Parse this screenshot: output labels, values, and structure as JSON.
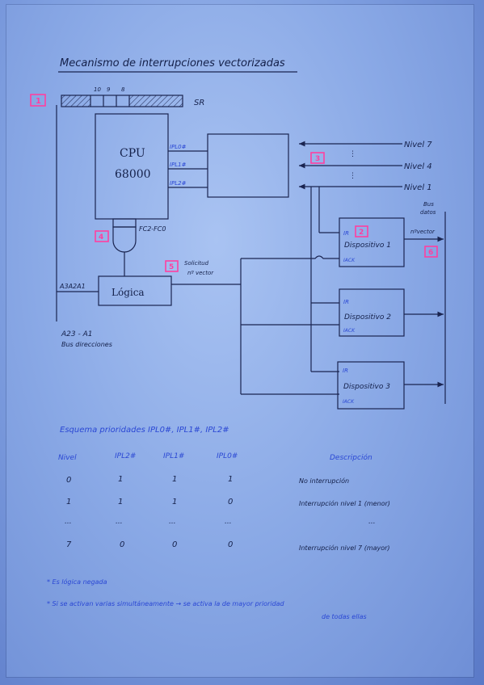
{
  "title": "Mecanismo de interrupciones vectorizadas",
  "sr": {
    "label": "SR",
    "bits": [
      "10",
      "9",
      "8"
    ],
    "marker": "1"
  },
  "cpu": {
    "line1": "CPU",
    "line2": "68000"
  },
  "ipl_signals": [
    "IPL0#",
    "IPL1#",
    "IPL2#"
  ],
  "levels": [
    "Nivel 7",
    "Nivel 4",
    "Nivel 1"
  ],
  "markers": {
    "m1": "1",
    "m2": "2",
    "m3": "3",
    "m4": "4",
    "m5": "5",
    "m6": "6"
  },
  "fc": "FC2-FC0",
  "logic": "Lógica",
  "a3a2a1": "A3A2A1",
  "solicitud": [
    "Solicitud",
    "nº vector"
  ],
  "addr_bus": [
    "A23 - A1",
    "Bus direcciones"
  ],
  "data_bus": [
    "Bus",
    "datos"
  ],
  "nvector": "nºvector",
  "devices": [
    {
      "ir": "IR",
      "name": "Dispositivo 1",
      "iack": "IACK"
    },
    {
      "ir": "IR",
      "name": "Dispositivo 2",
      "iack": "IACK"
    },
    {
      "ir": "IR",
      "name": "Dispositivo 3",
      "iack": "IACK"
    }
  ],
  "scheme_title": "Esquema prioridades IPL0#, IPL1#, IPL2#",
  "table": {
    "headers": [
      "Nivel",
      "IPL2#",
      "IPL1#",
      "IPL0#",
      "Descripción"
    ],
    "rows": [
      [
        "0",
        "1",
        "1",
        "1",
        "No interrupción"
      ],
      [
        "1",
        "1",
        "1",
        "0",
        "Interrupción nivel 1 (menor)"
      ],
      [
        "...",
        "...",
        "...",
        "...",
        "..."
      ],
      [
        "7",
        "0",
        "0",
        "0",
        "Interrupción nivel 7 (mayor)"
      ]
    ]
  },
  "notes": [
    "* Es lógica negada",
    "* Si se activan varias simultáneamente → se activa la de mayor prioridad",
    "de todas ellas"
  ]
}
